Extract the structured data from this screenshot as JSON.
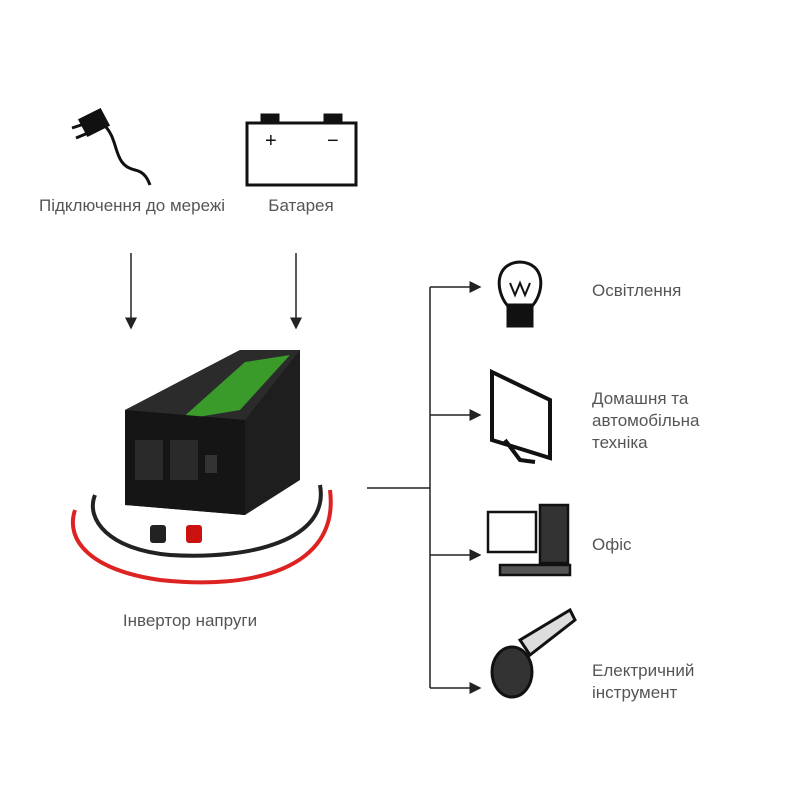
{
  "sources": {
    "grid": "Підключення до мережі",
    "battery": "Батарея",
    "battery_plus": "+",
    "battery_minus": "−"
  },
  "inverter": {
    "label": "Інвертор напруги"
  },
  "outputs": [
    {
      "label": "Освітлення"
    },
    {
      "label": "Домашня та автомобільна техніка"
    },
    {
      "label": "Офіс"
    },
    {
      "label": "Електричний інструмент"
    }
  ]
}
